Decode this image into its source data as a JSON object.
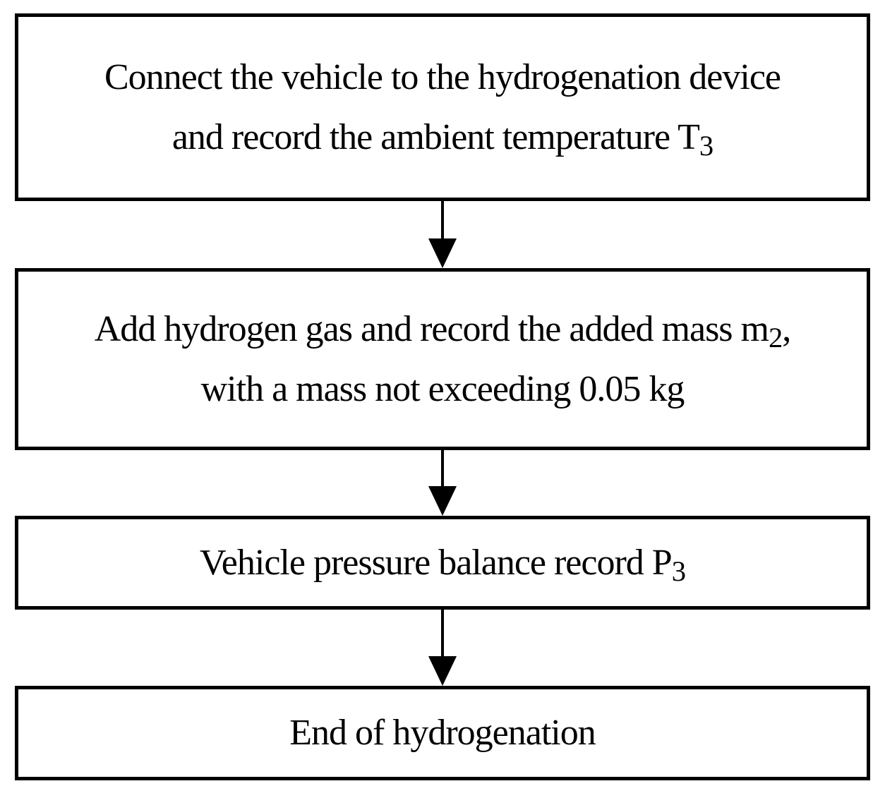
{
  "diagram": {
    "type": "flowchart",
    "direction": "top-down",
    "colors": {
      "background": "#ffffff",
      "box_border": "#000000",
      "text": "#000000",
      "arrow": "#000000"
    },
    "steps": [
      {
        "id": 1,
        "name": "connect-vehicle-record-temperature",
        "lines": [
          [
            {
              "text": "Connect the vehicle to the hydrogenation device"
            }
          ],
          [
            {
              "text": "and record the ambient temperature T"
            },
            {
              "text": "3",
              "subscript": true
            }
          ]
        ]
      },
      {
        "id": 2,
        "name": "add-hydrogen-record-mass",
        "lines": [
          [
            {
              "text": "Add hydrogen gas and record the added mass m"
            },
            {
              "text": "2",
              "subscript": true
            },
            {
              "text": ","
            }
          ],
          [
            {
              "text": "with a mass not exceeding 0.05 kg"
            }
          ]
        ]
      },
      {
        "id": 3,
        "name": "pressure-balance-record",
        "lines": [
          [
            {
              "text": "Vehicle pressure balance record P"
            },
            {
              "text": "3",
              "subscript": true
            }
          ]
        ]
      },
      {
        "id": 4,
        "name": "end-of-hydrogenation",
        "lines": [
          [
            {
              "text": "End of hydrogenation"
            }
          ]
        ]
      }
    ],
    "connectors": [
      {
        "from": 1,
        "to": 2,
        "style": "solid-arrow-down"
      },
      {
        "from": 2,
        "to": 3,
        "style": "solid-arrow-down"
      },
      {
        "from": 3,
        "to": 4,
        "style": "solid-arrow-down"
      }
    ]
  }
}
